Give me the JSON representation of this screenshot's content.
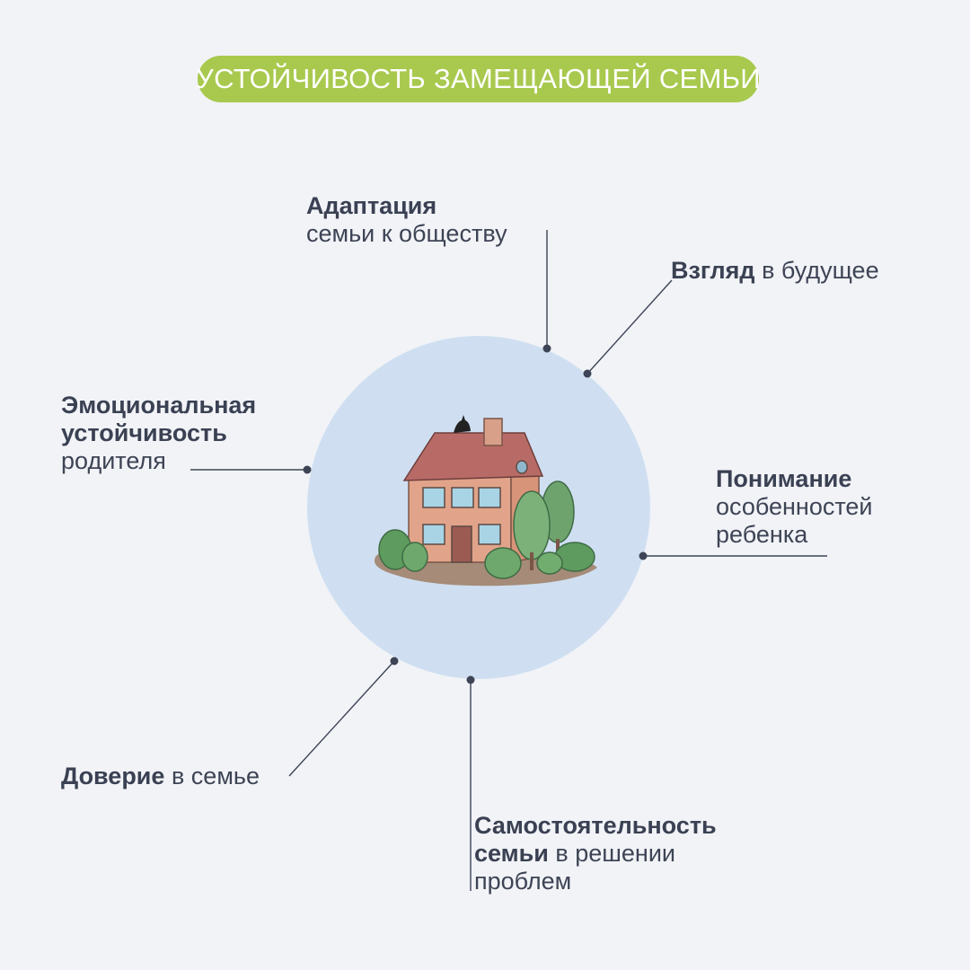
{
  "title": "УСТОЙЧИВОСТЬ ЗАМЕЩАЮЩЕЙ СЕМЬИ",
  "colors": {
    "background": "#f2f3f7",
    "title_pill": "#a8c94e",
    "circle": "#cfdff1",
    "text": "#3d4455",
    "connector": "#3d4455"
  },
  "center_icon": "house-illustration",
  "factors": {
    "adaptation": {
      "bold": "Адаптация",
      "regular": "семьи к обществу"
    },
    "future": {
      "bold": "Взгляд",
      "regular": "в будущее"
    },
    "emotional": {
      "bold1": "Эмоциональная",
      "bold2": "устойчивость",
      "regular": "родителя"
    },
    "understanding": {
      "bold": "Понимание",
      "regular1": "особенностей",
      "regular2": "ребенка"
    },
    "trust": {
      "bold": "Доверие",
      "regular": "в семье"
    },
    "independence": {
      "bold1": "Самостоятельность",
      "bold2": "семьи",
      "regular1": "в решении",
      "regular2": "проблем"
    }
  }
}
